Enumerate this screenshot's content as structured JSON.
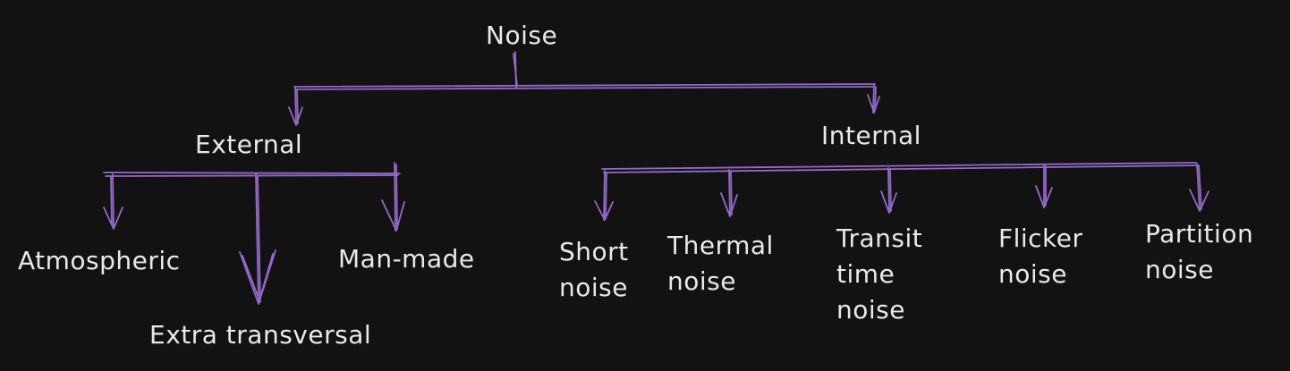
{
  "diagram": {
    "root": "Noise",
    "external": {
      "label": "External",
      "children": {
        "atmospheric": "Atmospheric",
        "extra_transversal": "Extra transversal",
        "man_made": "Man-made"
      }
    },
    "internal": {
      "label": "Internal",
      "children": {
        "short": [
          "Short",
          "noise"
        ],
        "thermal": [
          "Thermal",
          "noise"
        ],
        "transit": [
          "Transit",
          "time",
          "noise"
        ],
        "flicker": [
          "Flicker",
          "noise"
        ],
        "partition": [
          "Partition",
          "noise"
        ]
      }
    },
    "colors": {
      "background": "#121212",
      "connector": "#9469c7",
      "text": "#e9e9e9"
    }
  }
}
